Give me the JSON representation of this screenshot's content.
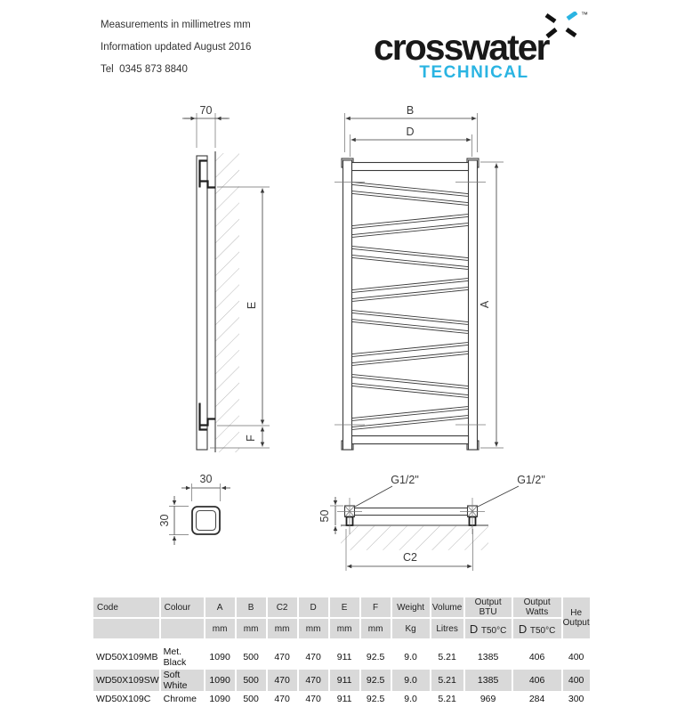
{
  "meta": {
    "line1": "Measurements in millimetres mm",
    "line2": "Information updated August 2016",
    "line3": "Tel  0345 873 8840"
  },
  "brand": {
    "logo_text": "crosswater",
    "trademark": "™",
    "tagline": "TECHNICAL",
    "accent_color": "#2ab4e2"
  },
  "drawing": {
    "labels": {
      "wall_offset": "70",
      "height_e": "E",
      "height_f": "F",
      "tube_width": "30",
      "tube_height": "30",
      "width_b": "B",
      "width_d": "D",
      "height_a": "A",
      "conn_left": "G1/2\"",
      "conn_right": "G1/2\"",
      "width_c2": "C2",
      "depth_50": "50"
    }
  },
  "table": {
    "columns": [
      {
        "label": "Code",
        "unit": ""
      },
      {
        "label": "Colour",
        "unit": ""
      },
      {
        "label": "A",
        "unit": "mm"
      },
      {
        "label": "B",
        "unit": "mm"
      },
      {
        "label": "C2",
        "unit": "mm"
      },
      {
        "label": "D",
        "unit": "mm"
      },
      {
        "label": "E",
        "unit": "mm"
      },
      {
        "label": "F",
        "unit": "mm"
      },
      {
        "label": "Weight",
        "unit": "Kg"
      },
      {
        "label": "Volume",
        "unit": "Litres"
      },
      {
        "label": "Output BTU",
        "unit": "T50°C",
        "unit_big": "D"
      },
      {
        "label": "Output Watts",
        "unit": "T50°C",
        "unit_big": "D"
      },
      {
        "label": "He Output",
        "unit": null
      }
    ],
    "rows": [
      [
        "WD50X109MB",
        "Met. Black",
        "1090",
        "500",
        "470",
        "470",
        "911",
        "92.5",
        "9.0",
        "5.21",
        "1385",
        "406",
        "400"
      ],
      [
        "WD50X109SW",
        "Soft White",
        "1090",
        "500",
        "470",
        "470",
        "911",
        "92.5",
        "9.0",
        "5.21",
        "1385",
        "406",
        "400"
      ],
      [
        "WD50X109C",
        "Chrome",
        "1090",
        "500",
        "470",
        "470",
        "911",
        "92.5",
        "9.0",
        "5.21",
        "969",
        "284",
        "300"
      ]
    ],
    "shaded_row_index": 1
  }
}
